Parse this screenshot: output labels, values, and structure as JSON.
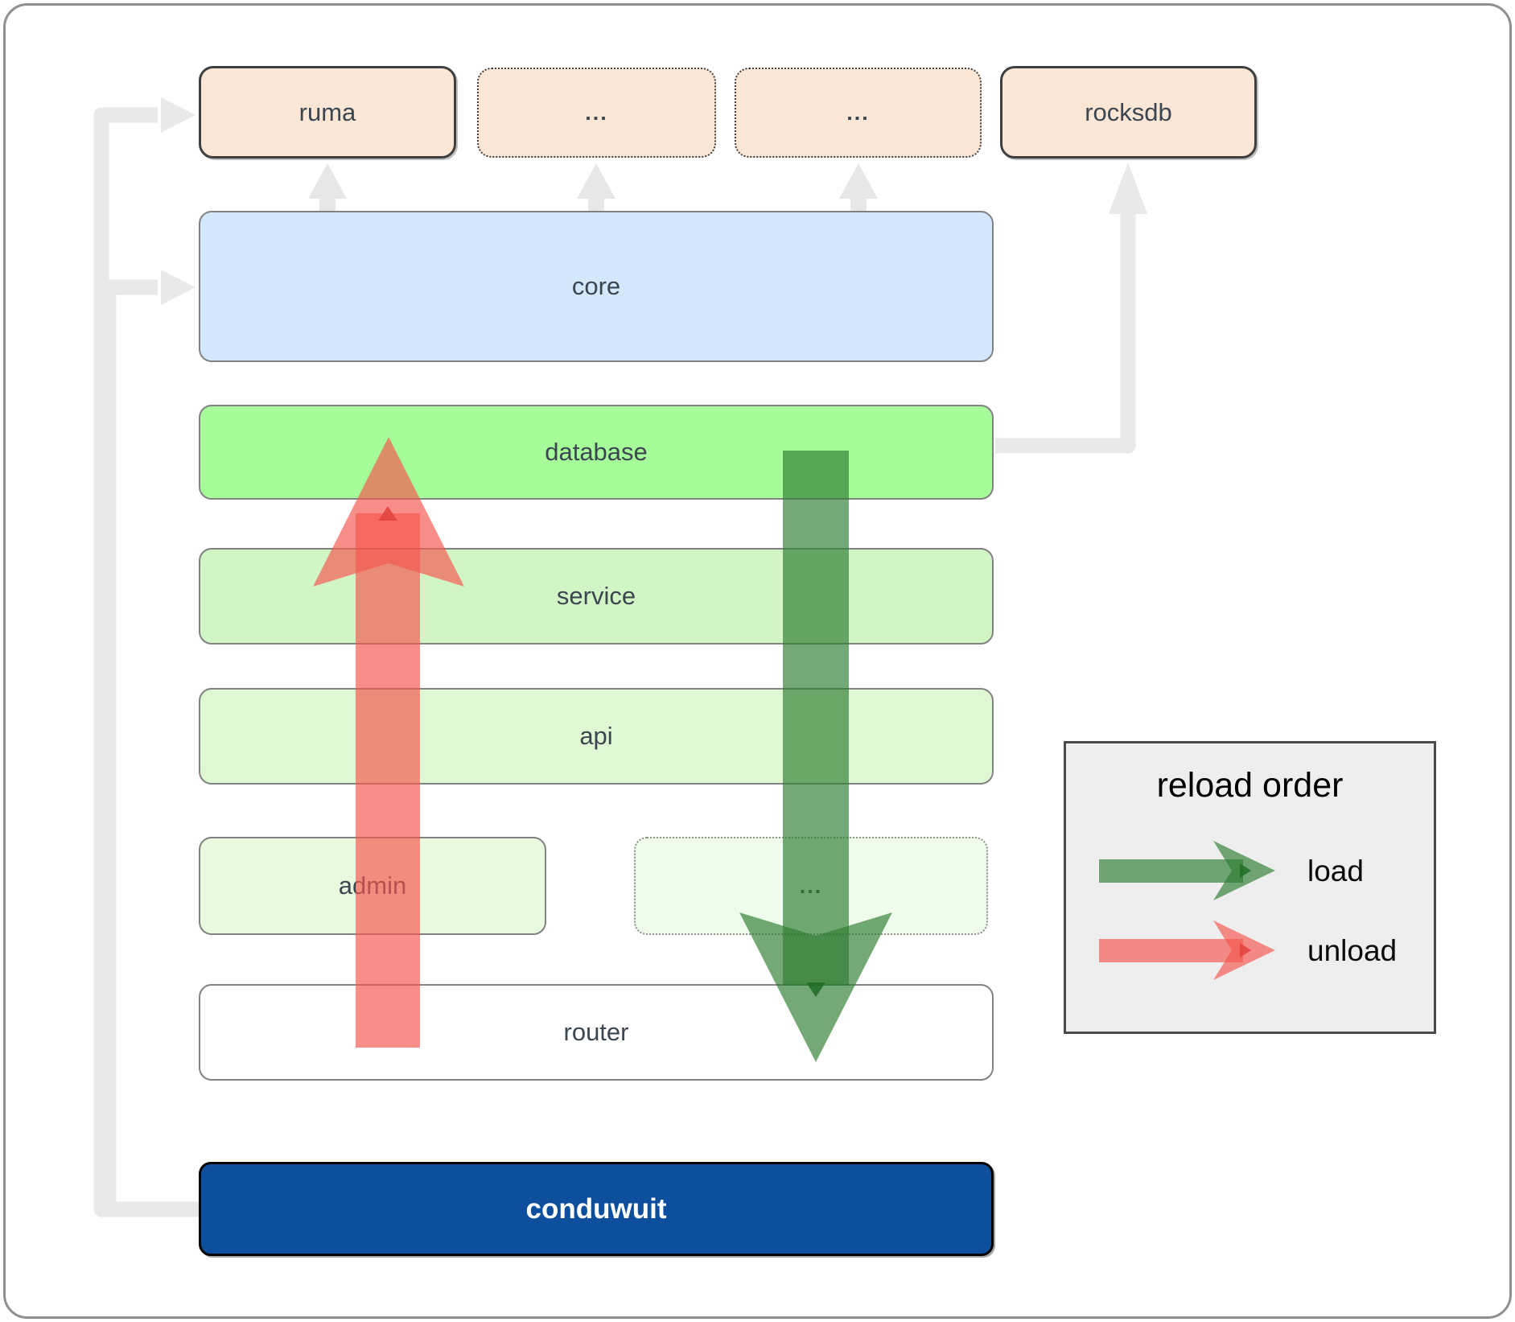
{
  "boxes": {
    "ruma": "ruma",
    "ellipsis_a": "...",
    "ellipsis_b": "...",
    "rocksdb": "rocksdb",
    "core": "core",
    "database": "database",
    "service": "service",
    "api": "api",
    "admin": "admin",
    "ellipsis_c": "...",
    "router": "router",
    "conduwuit": "conduwuit"
  },
  "legend": {
    "title": "reload order",
    "load_label": "load",
    "unload_label": "unload"
  },
  "colors": {
    "load_green": "#2f7d32",
    "load_green_dark": "#1f6d23",
    "unload_red": "#f4574f",
    "unload_red_dark": "#e2423c",
    "connector_gray": "#e9e9e9",
    "peach_fill": "#fce6d5",
    "core_blue_fill": "#d3e8fc",
    "database_fill": "#a5fc98",
    "conduwuit_fill": "#0d4f9c",
    "legend_fill": "#eeeeee"
  }
}
